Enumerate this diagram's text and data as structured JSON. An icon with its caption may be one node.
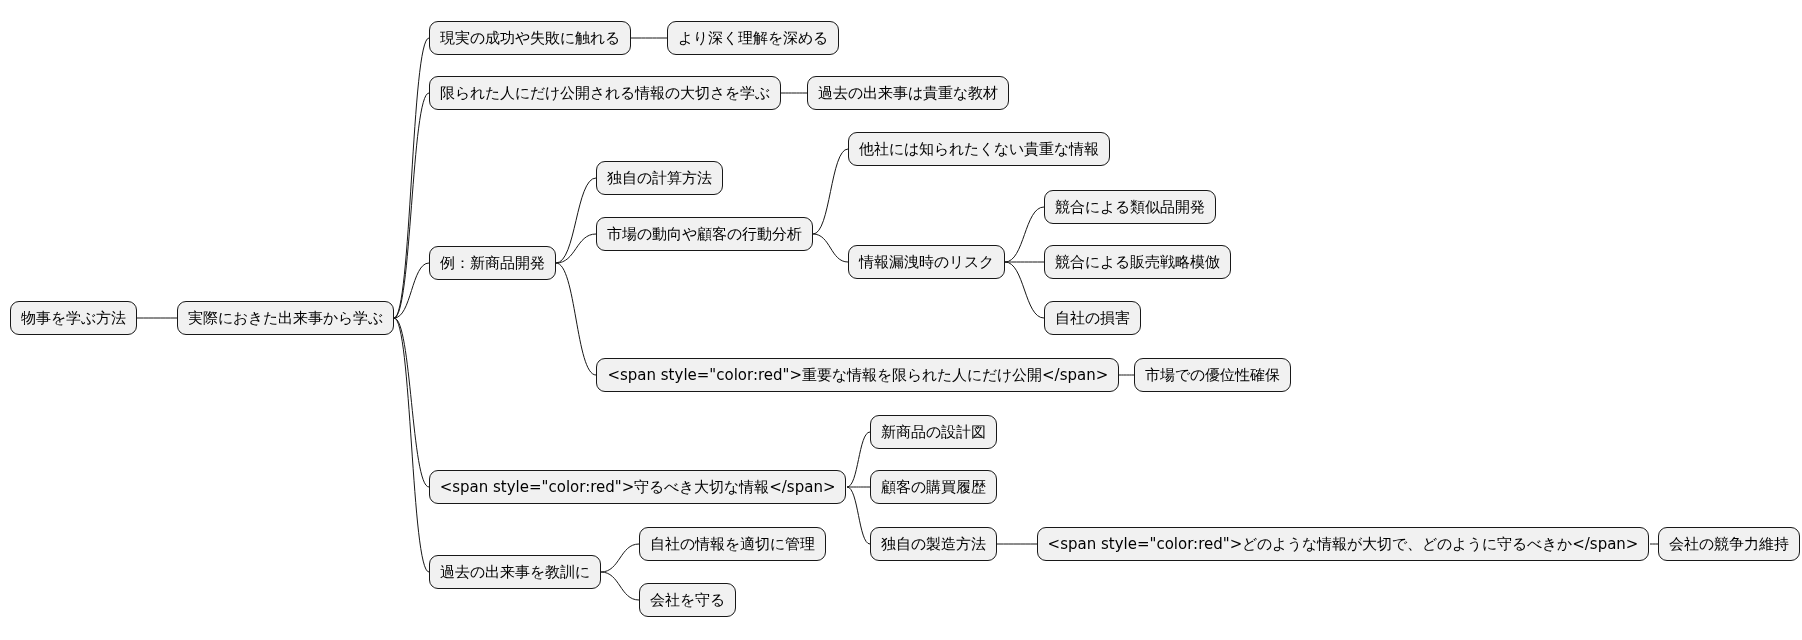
{
  "diagram": {
    "nodes": [
      {
        "text": [
          "物事を学ぶ方法"
        ]
      },
      {
        "text": [
          "実際におきた出来事から学ぶ"
        ]
      },
      {
        "text": [
          "現実の成功や失敗に触れる"
        ]
      },
      {
        "text": [
          "より深く理解を深める"
        ]
      },
      {
        "text": [
          "限られた人にだけ公開される情報の大切さを学ぶ"
        ]
      },
      {
        "text": [
          "過去の出来事は貴重な教材"
        ]
      },
      {
        "text": [
          "例：新商品開発"
        ]
      },
      {
        "text": [
          "独自の計算方法"
        ]
      },
      {
        "text": [
          "市場の動向や顧客の行動分析"
        ]
      },
      {
        "text": [
          "他社には知られたくない貴重な情報"
        ]
      },
      {
        "text": [
          "情報漏洩時のリスク"
        ]
      },
      {
        "text": [
          "競合による類似品開発"
        ]
      },
      {
        "text": [
          "競合による販売戦略模倣"
        ]
      },
      {
        "text": [
          "自社の損害"
        ]
      },
      {
        "text": [
          "<span style=\"color:red\">重要な情報を限られた人にだけ公開</span>"
        ]
      },
      {
        "text": [
          "市場での優位性確保"
        ]
      },
      {
        "text": [
          "<span style=\"color:red\">守るべき大切な情報</span>"
        ]
      },
      {
        "text": [
          "新商品の設計図"
        ]
      },
      {
        "text": [
          "顧客の購買履歴"
        ]
      },
      {
        "text": [
          "独自の製造方法"
        ]
      },
      {
        "text": [
          "<span style=\"color:red\">どのような情報が大切で、どのように守るべきか</span>"
        ]
      },
      {
        "text": [
          "会社の競争力維持"
        ]
      },
      {
        "text": [
          "過去の出来事を教訓に"
        ]
      },
      {
        "text": [
          "自社の情報を適切に管理"
        ]
      },
      {
        "text": [
          "会社を守る"
        ]
      }
    ],
    "edges": [
      {
        "from": 0,
        "to": 1,
        "arrow": "none"
      },
      {
        "from": 1,
        "to": 2,
        "arrow": "none"
      },
      {
        "from": 2,
        "to": 3,
        "arrow": "none"
      },
      {
        "from": 1,
        "to": 4,
        "arrow": "none"
      },
      {
        "from": 4,
        "to": 5,
        "arrow": "none"
      },
      {
        "from": 1,
        "to": 6,
        "arrow": "none"
      },
      {
        "from": 6,
        "to": 7,
        "arrow": "none"
      },
      {
        "from": 6,
        "to": 8,
        "arrow": "none"
      },
      {
        "from": 8,
        "to": 9,
        "arrow": "none"
      },
      {
        "from": 8,
        "to": 10,
        "arrow": "none"
      },
      {
        "from": 10,
        "to": 11,
        "arrow": "none"
      },
      {
        "from": 10,
        "to": 12,
        "arrow": "none"
      },
      {
        "from": 10,
        "to": 13,
        "arrow": "none"
      },
      {
        "from": 6,
        "to": 14,
        "arrow": "none"
      },
      {
        "from": 14,
        "to": 15,
        "arrow": "none"
      },
      {
        "from": 1,
        "to": 16,
        "arrow": "none"
      },
      {
        "from": 16,
        "to": 17,
        "arrow": "none"
      },
      {
        "from": 16,
        "to": 18,
        "arrow": "none"
      },
      {
        "from": 16,
        "to": 19,
        "arrow": "none"
      },
      {
        "from": 19,
        "to": 20,
        "arrow": "none"
      },
      {
        "from": 20,
        "to": 21,
        "arrow": "none"
      },
      {
        "from": 1,
        "to": 22,
        "arrow": "none"
      },
      {
        "from": 22,
        "to": 23,
        "arrow": "none"
      },
      {
        "from": 22,
        "to": 24,
        "arrow": "none"
      }
    ]
  }
}
